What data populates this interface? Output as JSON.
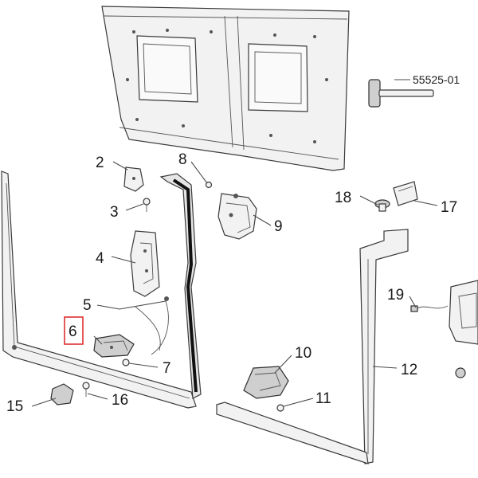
{
  "diagram": {
    "callouts": [
      {
        "id": "c2",
        "label": "2"
      },
      {
        "id": "c3",
        "label": "3"
      },
      {
        "id": "c4",
        "label": "4"
      },
      {
        "id": "c5",
        "label": "5"
      },
      {
        "id": "c6",
        "label": "6",
        "highlighted": true
      },
      {
        "id": "c7",
        "label": "7"
      },
      {
        "id": "c8",
        "label": "8"
      },
      {
        "id": "c9",
        "label": "9"
      },
      {
        "id": "c10",
        "label": "10"
      },
      {
        "id": "c11",
        "label": "11"
      },
      {
        "id": "c12",
        "label": "12"
      },
      {
        "id": "c15",
        "label": "15"
      },
      {
        "id": "c16",
        "label": "16"
      },
      {
        "id": "c17",
        "label": "17"
      },
      {
        "id": "c18",
        "label": "18"
      },
      {
        "id": "c19",
        "label": "19"
      }
    ],
    "part_number": "55525-01",
    "highlight_color": "#e03030"
  }
}
